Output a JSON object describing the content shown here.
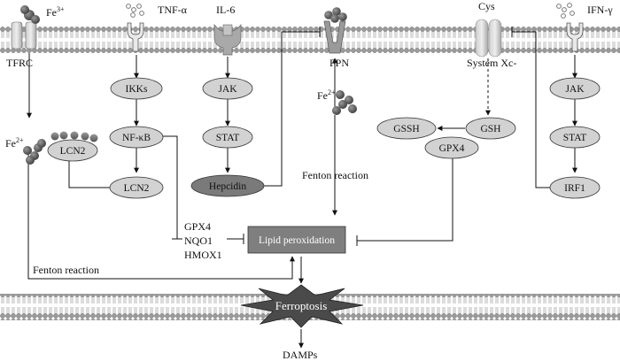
{
  "labels": {
    "fe3": "Fe",
    "fe3_sup": "3+",
    "tfrc": "TFRC",
    "tnf": "TNF-α",
    "il6": "IL-6",
    "fpn": "FPN",
    "cys": "Cys",
    "system_xc": "System Xc-",
    "ifn": "IFN-γ",
    "fe2_top": "Fe",
    "fe2_top_sup": "2+",
    "fe2_left": "Fe",
    "fe2_left_sup": "2+",
    "fenton_center": "Fenton reaction",
    "fenton_left": "Fenton reaction",
    "gpx4_list": "GPX4",
    "nqo1": "NQO1",
    "hmox1": "HMOX1",
    "damps": "DAMPs"
  },
  "nodes": {
    "ikks": "IKKs",
    "nfkb": "NF-κB",
    "lcn2_top": "LCN2",
    "lcn2_bottom": "LCN2",
    "jak_left": "JAK",
    "stat_left": "STAT",
    "hepcidin": "Hepcidin",
    "gssh": "GSSH",
    "gsh": "GSH",
    "gpx4": "GPX4",
    "jak_right": "JAK",
    "stat_right": "STAT",
    "irf1": "IRF1",
    "lipid_peroxidation": "Lipid peroxidation",
    "ferroptosis": "Ferroptosis"
  },
  "colors": {
    "node_fill": "#d2d2d2",
    "hepcidin_fill": "#7a7a7a",
    "lipid_box_fill": "#7f7f7f",
    "burst_fill": "#4a4a4a",
    "membrane_head": "#9a9a9a",
    "iron_dot": "#555555",
    "line": "#111111"
  }
}
